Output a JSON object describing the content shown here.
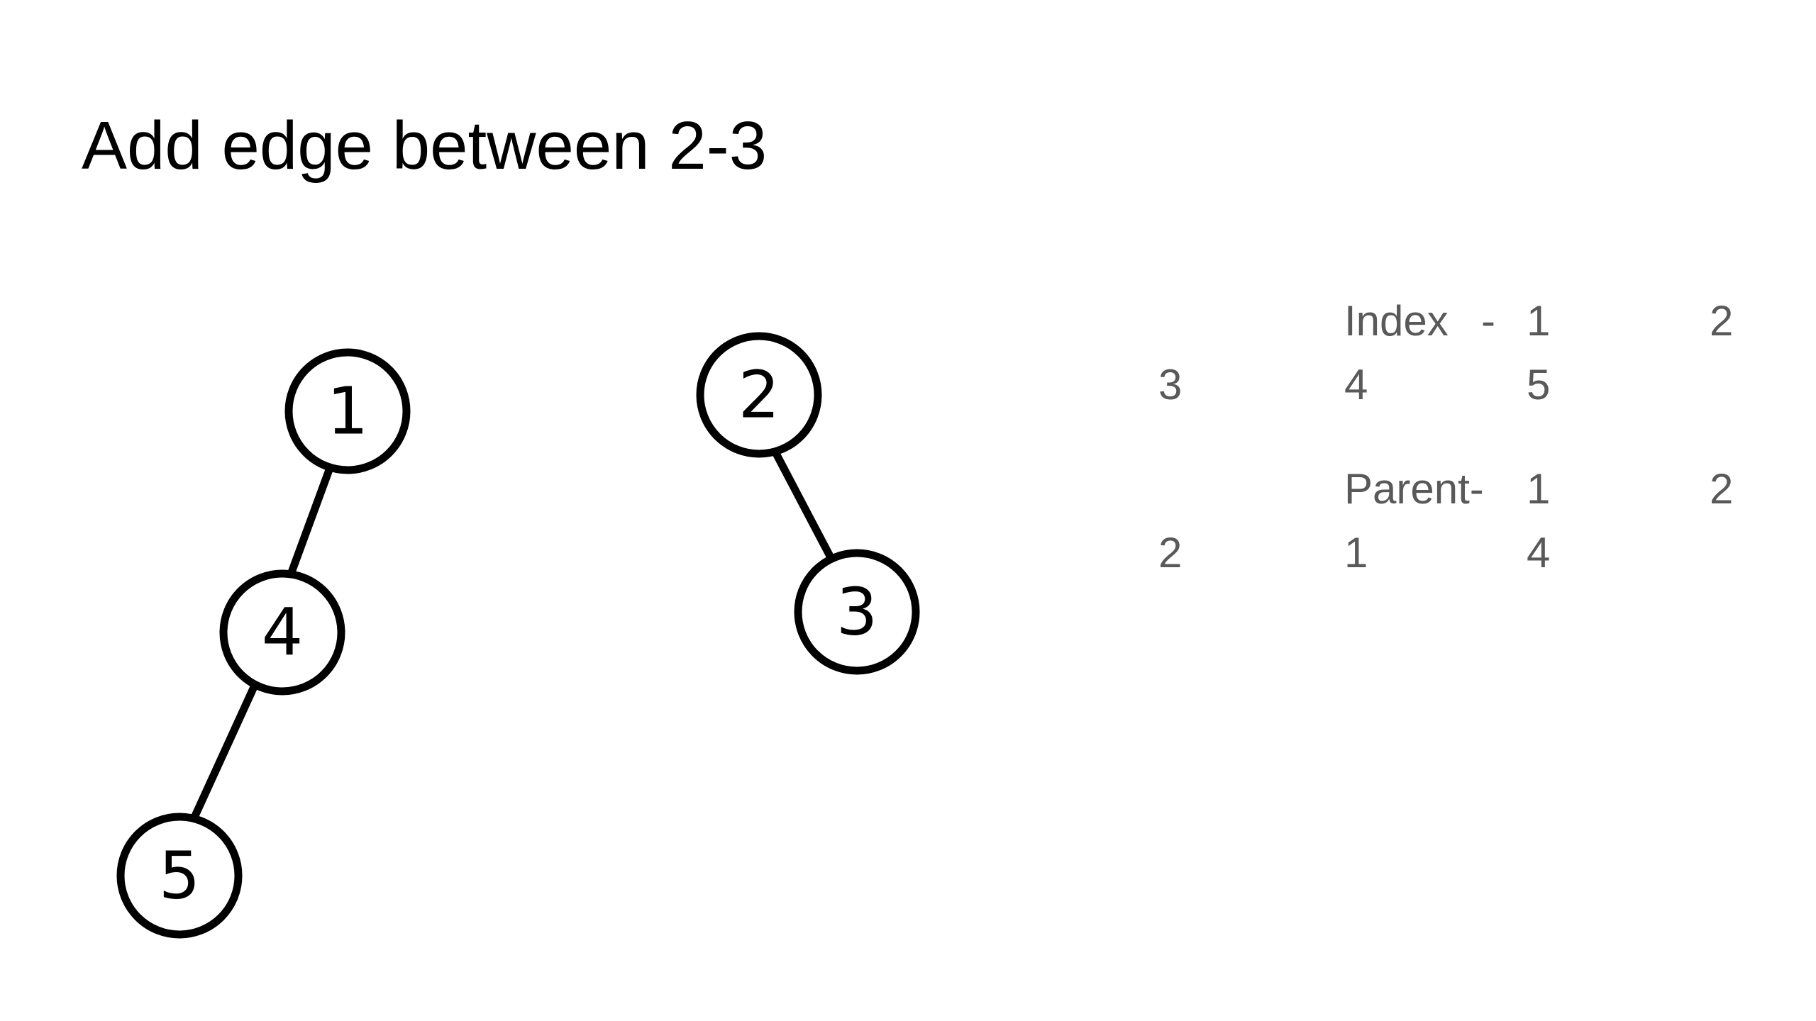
{
  "slide": {
    "title": "Add edge between 2-3"
  },
  "diagram": {
    "nodes": [
      "1",
      "4",
      "5",
      "2",
      "3"
    ],
    "edges": [
      [
        "1",
        "4"
      ],
      [
        "4",
        "5"
      ],
      [
        "2",
        "3"
      ]
    ]
  },
  "array_table": {
    "index_label": "Index",
    "index_separator": "-",
    "index_values": [
      "1",
      "2",
      "3",
      "4",
      "5"
    ],
    "parent_label": "Parent-",
    "parent_values": [
      "1",
      "2",
      "2",
      "1",
      "4"
    ]
  }
}
